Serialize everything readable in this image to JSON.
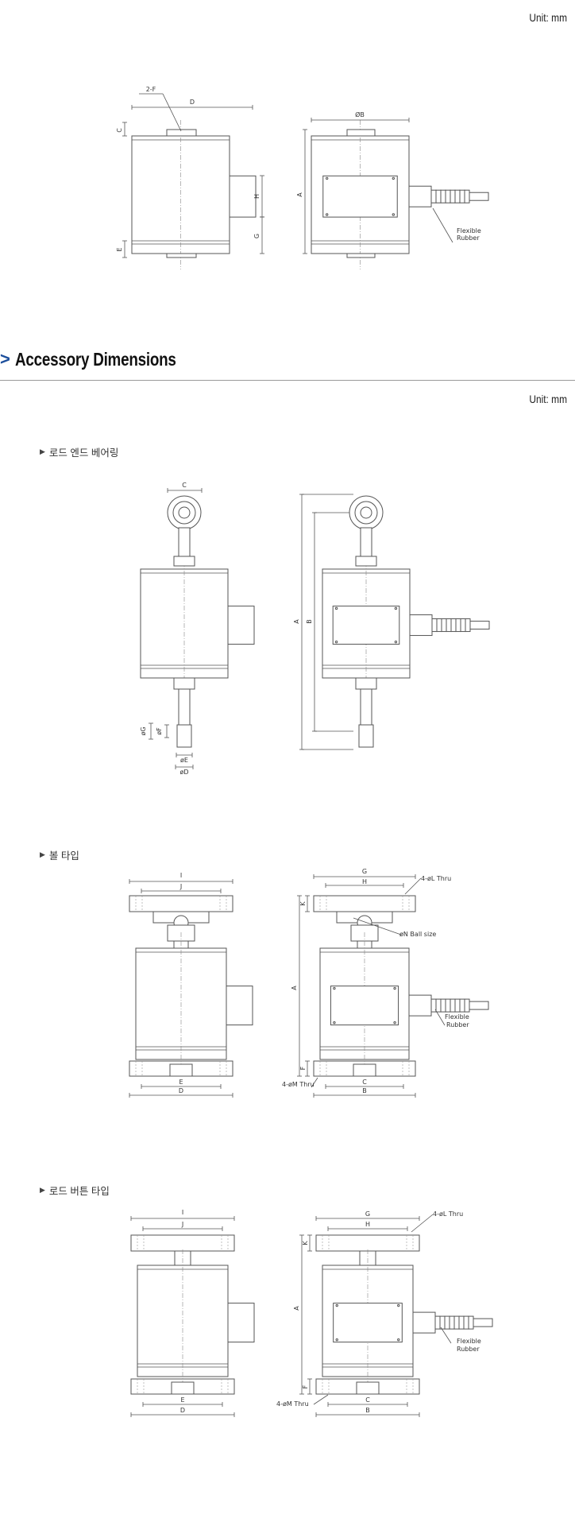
{
  "top_unit": "Unit: mm",
  "main_drawing": {
    "labels": {
      "two_f": "2-F",
      "d": "D",
      "c": "C",
      "h": "H",
      "g": "G",
      "e": "E",
      "b": "ØB",
      "a": "A",
      "flex1": "Flexible",
      "flex2": "Rubber"
    }
  },
  "section": {
    "chevron": ">",
    "title": "Accessory Dimensions",
    "unit": "Unit: mm"
  },
  "accessories": [
    {
      "marker": "▶",
      "title": "로드 엔드 베어링",
      "labels": {
        "c": "C",
        "a": "A",
        "b": "B",
        "g": "øG",
        "f": "øF",
        "e": "øE",
        "d": "øD"
      }
    },
    {
      "marker": "▶",
      "title": "볼 타입",
      "labels": {
        "i": "I",
        "j": "J",
        "e": "E",
        "d": "D",
        "g": "G",
        "h": "H",
        "l": "4-øL Thru",
        "n": "øN Ball size",
        "a": "A",
        "k": "K",
        "f": "F",
        "m": "4-øM Thru",
        "c": "C",
        "b": "B",
        "flex1": "Flexible",
        "flex2": "Rubber"
      }
    },
    {
      "marker": "▶",
      "title": "로드 버튼 타입",
      "labels": {
        "i": "I",
        "j": "J",
        "e": "E",
        "d": "D",
        "g": "G",
        "h": "H",
        "l": "4-øL Thru",
        "a": "A",
        "k": "K",
        "f": "F",
        "m": "4-øM Thru",
        "c": "C",
        "b": "B",
        "flex1": "Flexible",
        "flex2": "Rubber"
      }
    }
  ]
}
